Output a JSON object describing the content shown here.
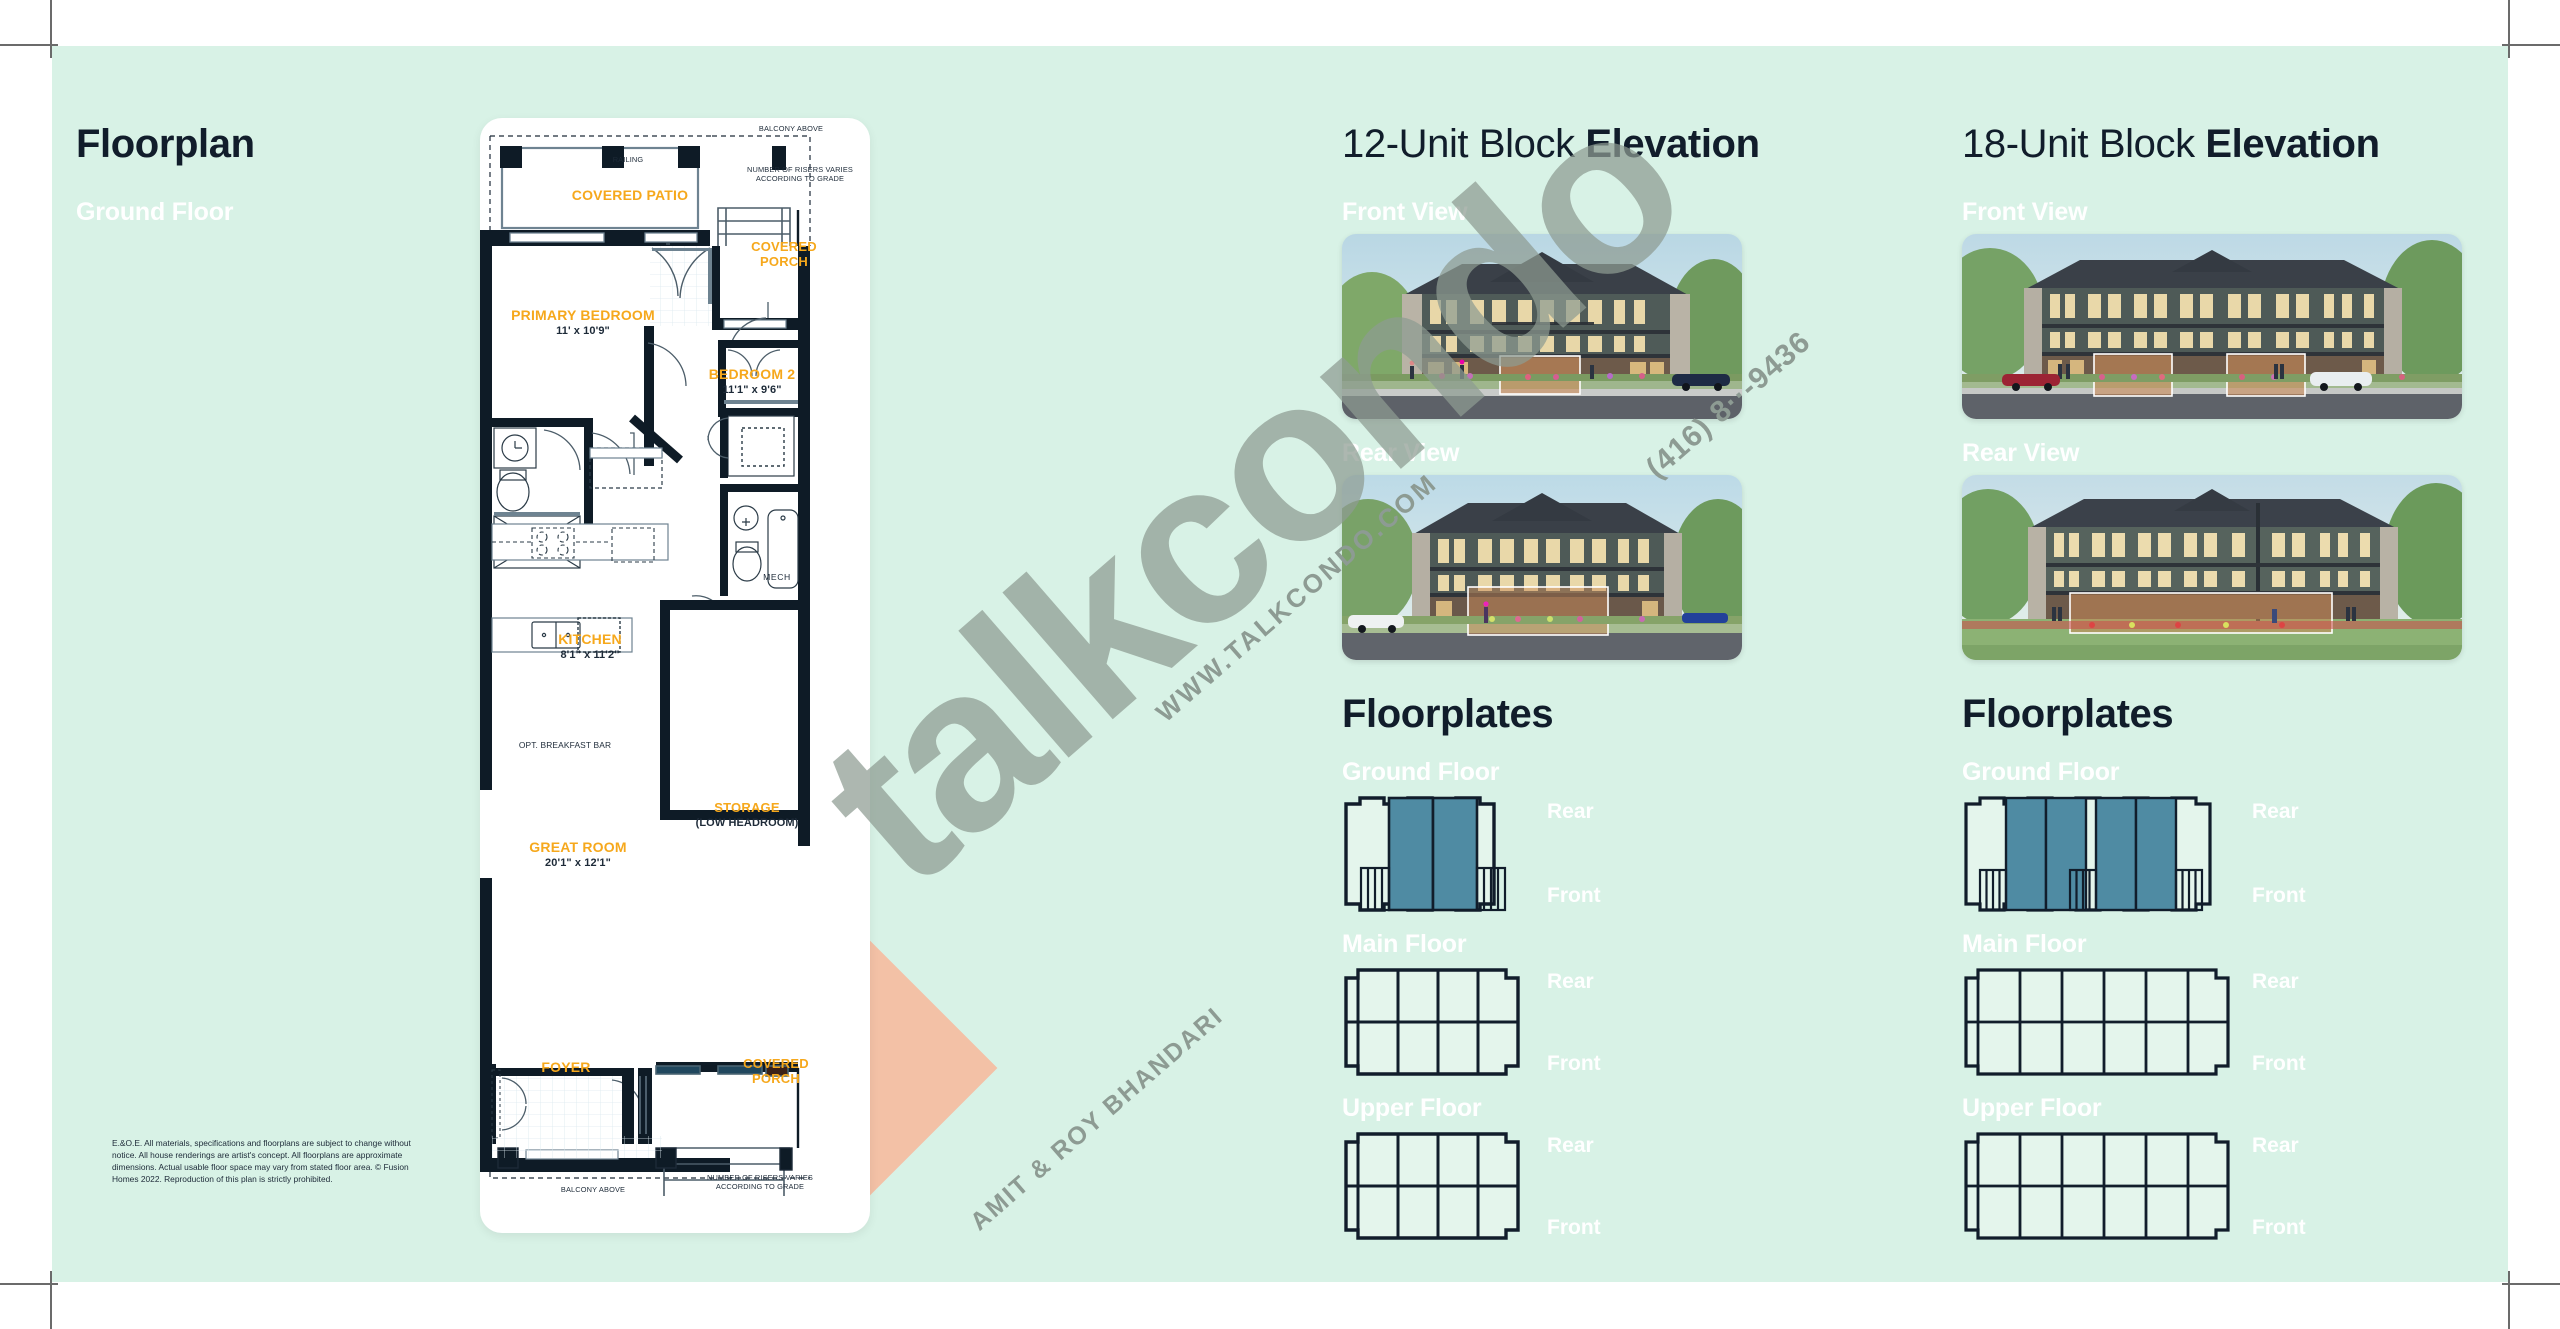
{
  "theme": {
    "board_bg": "#d8f2e6",
    "ink": "#111d2b",
    "accent_orange": "#f6a81c",
    "highlight_teal": "#4f8ba3",
    "peach": "#f3c1a6",
    "white": "#ffffff"
  },
  "floorplan": {
    "title": "Floorplan",
    "subtitle": "Ground Floor",
    "rooms": [
      {
        "name": "COVERED PATIO",
        "dim": ""
      },
      {
        "name": "COVERED PORCH",
        "dim": ""
      },
      {
        "name": "PRIMARY BEDROOM",
        "dim": "11' x 10'9\""
      },
      {
        "name": "BEDROOM 2",
        "dim": "11'1\" x 9'6\""
      },
      {
        "name": "KITCHEN",
        "dim": "8'1\" x 11'2\""
      },
      {
        "name": "GREAT ROOM",
        "dim": "20'1\" x 12'1\""
      },
      {
        "name": "STORAGE",
        "dim": "(LOW HEADROOM)"
      },
      {
        "name": "FOYER",
        "dim": ""
      }
    ],
    "room_labels": {
      "covered_patio": "COVERED PATIO",
      "covered_porch_top": "COVERED PORCH",
      "primary_bedroom": "PRIMARY BEDROOM",
      "primary_bedroom_dim": "11' x 10'9\"",
      "bedroom2": "BEDROOM 2",
      "bedroom2_dim": "11'1\" x 9'6\"",
      "kitchen": "KITCHEN",
      "kitchen_dim": "8'1\" x 11'2\"",
      "great_room": "GREAT ROOM",
      "great_room_dim": "20'1\" x 12'1\"",
      "storage": "STORAGE",
      "storage_dim": "(LOW HEADROOM)",
      "foyer": "FOYER",
      "covered_porch_bottom": "COVERED PORCH",
      "mech": "MECH"
    },
    "notes": {
      "balcony_above_top": "BALCONY ABOVE",
      "railing": "RAILING",
      "risers_top": "NUMBER OF RISERS VARIES ACCORDING TO GRADE",
      "opt_breakfast_bar": "OPT. BREAKFAST BAR",
      "balcony_above_bottom": "BALCONY ABOVE",
      "risers_bottom": "NUMBER OF RISERS VARIES ACCORDING TO GRADE"
    },
    "disclaimer": "E.&O.E. All materials, specifications and floorplans are subject to change without notice. All house renderings are artist's concept. All floorplans are approximate dimensions. Actual usable floor space may vary from stated floor area. © Fusion Homes 2022. Reproduction of this plan is strictly prohibited."
  },
  "watermark": {
    "brand": "talkcondo",
    "url": "WWW.TALKCONDO.COM",
    "agents": "AMIT & ROY BHANDARI",
    "phone": "(416) 8··-9436"
  },
  "block12": {
    "title_light": "12-Unit Block ",
    "title_bold": "Elevation",
    "front_view_label": "Front View",
    "rear_view_label": "Rear View",
    "floorplates_title": "Floorplates",
    "plates": [
      {
        "label": "Ground Floor",
        "rear": "Rear",
        "front": "Front",
        "type": "ground",
        "units": 4,
        "highlighted": [
          1,
          2
        ],
        "stairs": 2
      },
      {
        "label": "Main Floor",
        "rear": "Rear",
        "front": "Front",
        "type": "grid",
        "cols": 4,
        "rows": 2
      },
      {
        "label": "Upper Floor",
        "rear": "Rear",
        "front": "Front",
        "type": "grid",
        "cols": 4,
        "rows": 2
      }
    ]
  },
  "block18": {
    "title_light": "18-Unit Block ",
    "title_bold": "Elevation",
    "front_view_label": "Front View",
    "rear_view_label": "Rear View",
    "floorplates_title": "Floorplates",
    "plates": [
      {
        "label": "Ground Floor",
        "rear": "Rear",
        "front": "Front",
        "type": "ground",
        "units": 6,
        "highlighted": [
          1,
          2,
          3,
          4
        ],
        "stairs": 3
      },
      {
        "label": "Main Floor",
        "rear": "Rear",
        "front": "Front",
        "type": "grid",
        "cols": 6,
        "rows": 2
      },
      {
        "label": "Upper Floor",
        "rear": "Rear",
        "front": "Front",
        "type": "grid",
        "cols": 6,
        "rows": 2
      }
    ]
  }
}
